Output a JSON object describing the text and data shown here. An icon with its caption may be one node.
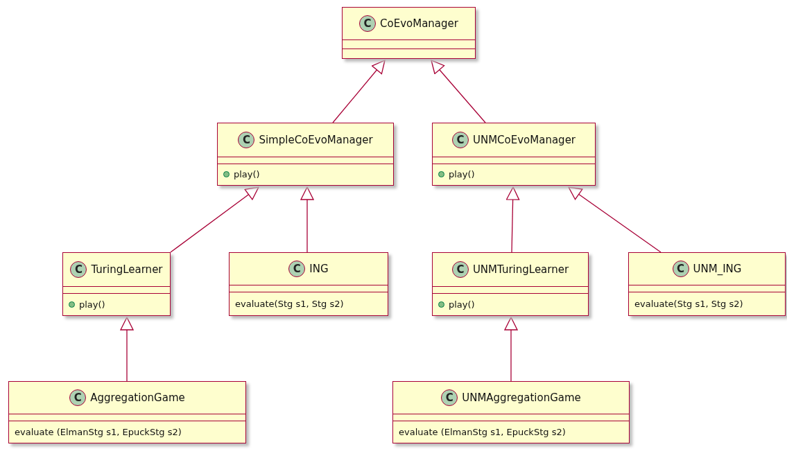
{
  "diagram": {
    "nodes": [
      {
        "text": [
          "C",
          "CoEvoManager"
        ]
      },
      {
        "text": [
          "C",
          "SimpleCoEvoManager",
          "play()"
        ]
      },
      {
        "text": [
          "C",
          "UNMCoEvoManager",
          "play()"
        ]
      },
      {
        "text": [
          "C",
          "TuringLearner",
          "play()"
        ]
      },
      {
        "text": [
          "C",
          "ING",
          "evaluate(Stg s1, Stg s2)"
        ]
      },
      {
        "text": [
          "C",
          "UNMTuringLearner",
          "play()"
        ]
      },
      {
        "text": [
          "C",
          "UNM_ING",
          "evaluate(Stg s1, Stg s2)"
        ]
      },
      {
        "text": [
          "C",
          "AggregationGame",
          "evaluate (ElmanStg s1, EpuckStg s2)"
        ]
      },
      {
        "text": [
          "C",
          "UNMAggregationGame",
          "evaluate (ElmanStg s1, EpuckStg s2)"
        ]
      }
    ],
    "edges": [
      {
        "from": 1,
        "to": 0,
        "arrow": "to"
      },
      {
        "from": 2,
        "to": 0,
        "arrow": "to"
      },
      {
        "from": 3,
        "to": 1,
        "arrow": "to"
      },
      {
        "from": 4,
        "to": 1,
        "arrow": "to"
      },
      {
        "from": 5,
        "to": 2,
        "arrow": "to"
      },
      {
        "from": 6,
        "to": 2,
        "arrow": "to"
      },
      {
        "from": 7,
        "to": 3,
        "arrow": "to"
      },
      {
        "from": 8,
        "to": 5,
        "arrow": "to"
      }
    ]
  }
}
